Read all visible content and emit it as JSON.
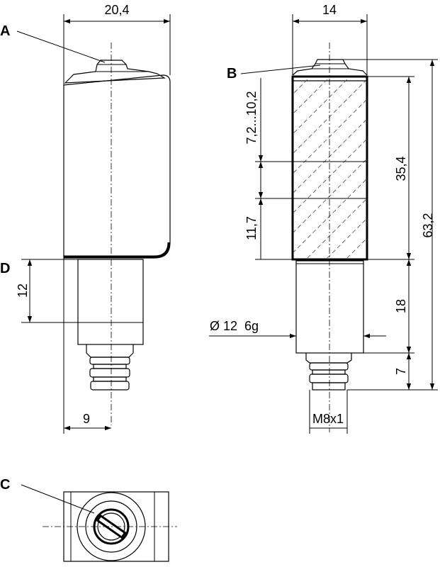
{
  "labels": {
    "a": "A",
    "b": "B",
    "c": "C",
    "d": "D"
  },
  "dimensions": {
    "width_side": "20,4",
    "width_front": "14",
    "focus_range": "7,2...10,2",
    "active_zone": "11,7",
    "housing_length": "35,4",
    "total_length": "63,2",
    "mount_length": "12",
    "barrel_length": "18",
    "connector_length": "7",
    "axis_offset": "9",
    "barrel_diameter": "Ø 12  6g",
    "thread": "M8x1"
  }
}
